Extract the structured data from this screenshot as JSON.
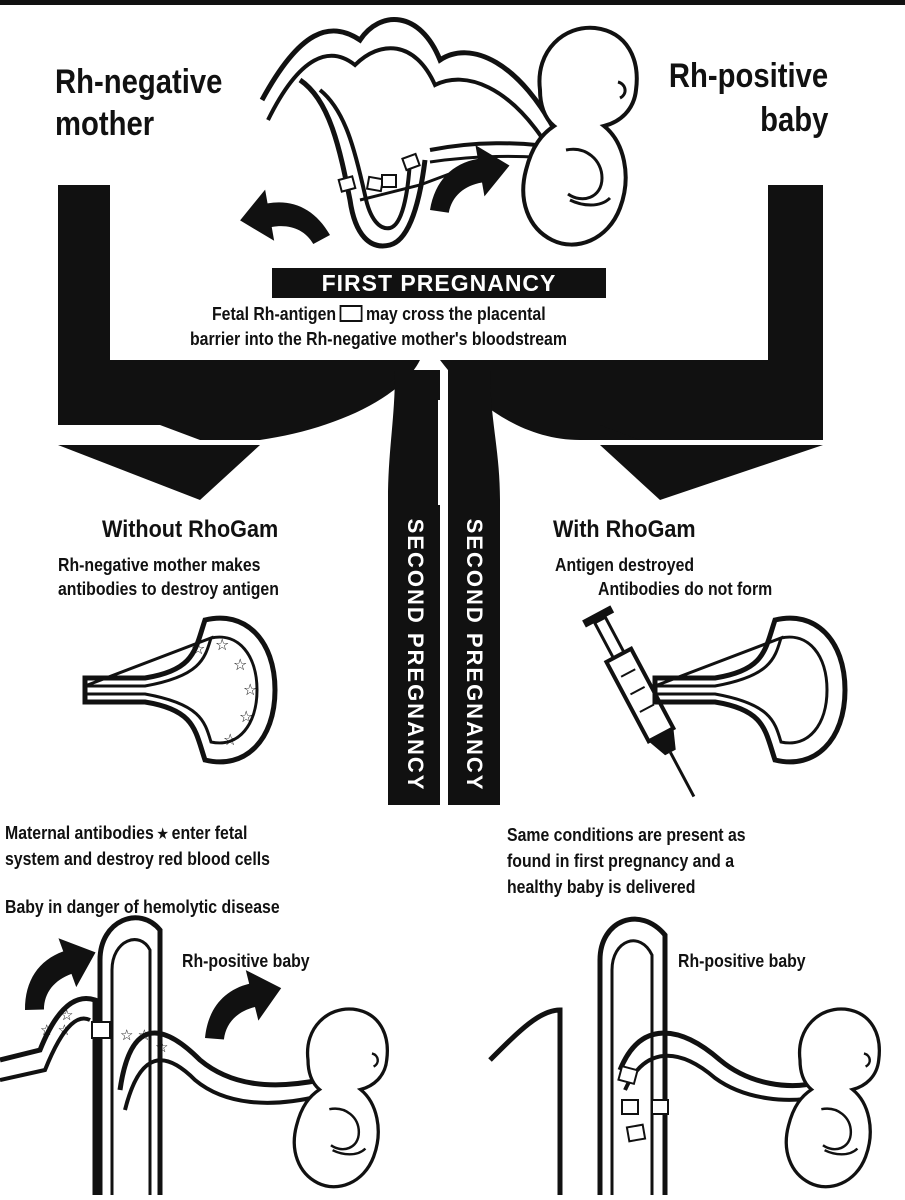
{
  "labels": {
    "mother_title_line1": "Rh-negative",
    "mother_title_line2": "mother",
    "baby_title_line1": "Rh-positive",
    "baby_title_line2": "baby",
    "first_pregnancy": "FIRST PREGNANCY",
    "first_desc_line1_a": "Fetal Rh-antigen",
    "first_desc_line1_b": "may cross the placental",
    "first_desc_line2": "barrier into the Rh-negative mother's bloodstream",
    "second_pregnancy_left": "SECOND PREGNANCY",
    "second_pregnancy_right": "SECOND PREGNANCY",
    "without_title": "Without RhoGam",
    "without_line1": "Rh-negative mother makes",
    "without_line2": "antibodies to destroy antigen",
    "with_title": "With RhoGam",
    "with_line1": "Antigen destroyed",
    "with_line2": "Antibodies do not form",
    "antibodies_line1_a": "Maternal antibodies",
    "antibodies_line1_b": "enter fetal",
    "antibodies_line2": "system and destroy red blood cells",
    "danger": "Baby in danger of hemolytic disease",
    "same_line1": "Same conditions are present as",
    "same_line2": "found in first pregnancy and a",
    "same_line3": "healthy baby is delivered",
    "baby_left_label": "Rh-positive baby",
    "baby_right_label": "Rh-positive baby"
  },
  "icons": {
    "star": "★"
  },
  "colors": {
    "ink": "#111111",
    "paper": "#ffffff"
  }
}
